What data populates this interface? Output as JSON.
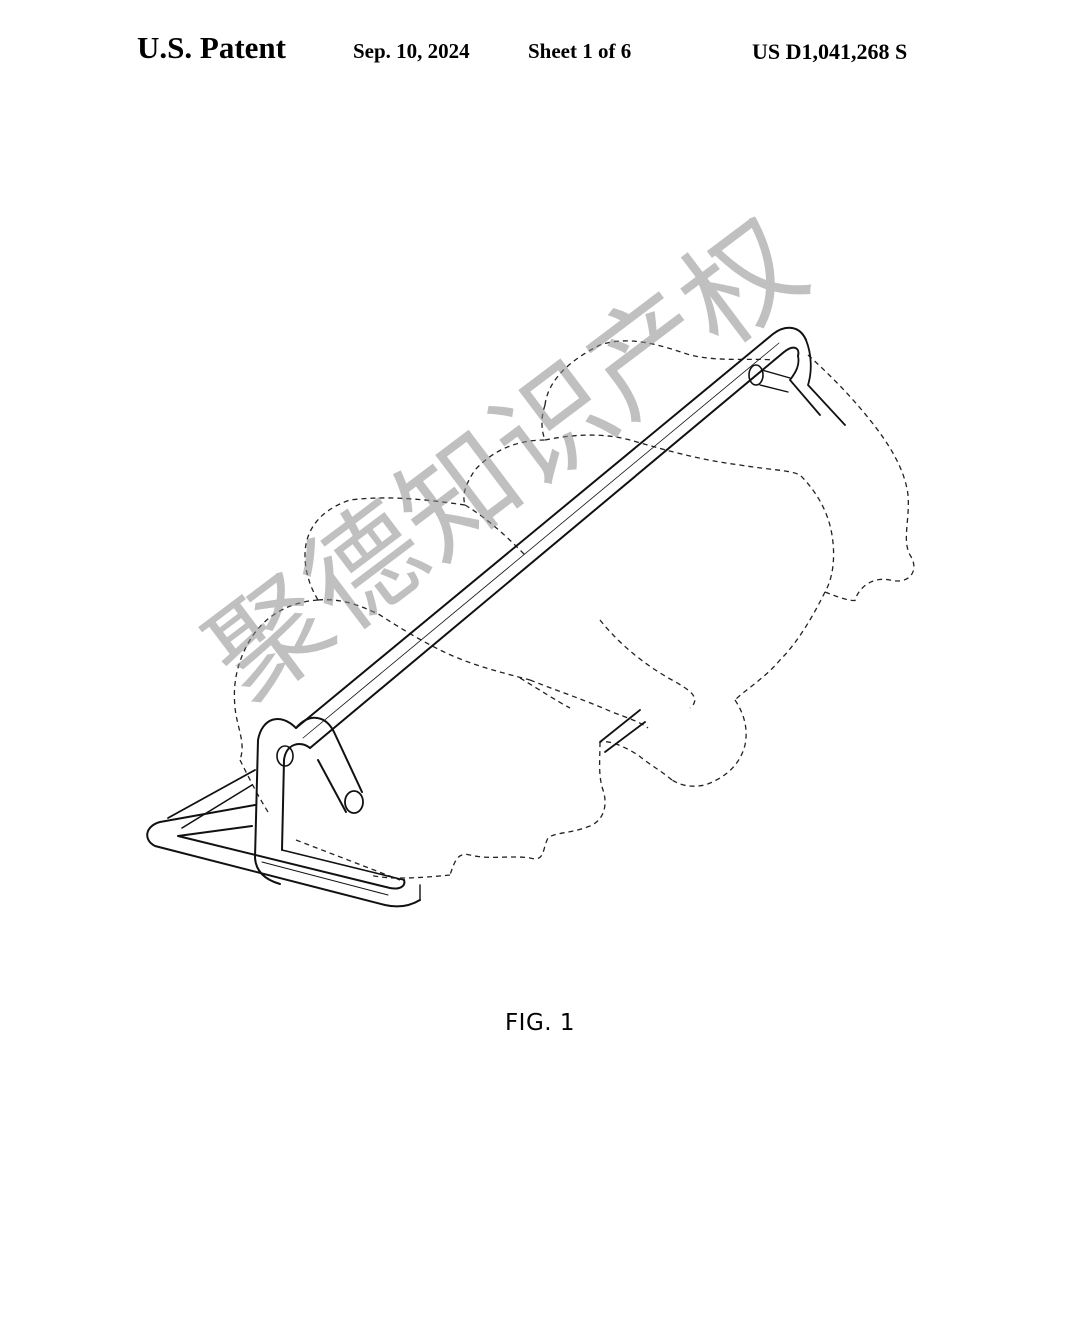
{
  "header": {
    "patent": "U.S. Patent",
    "date": "Sep. 10, 2024",
    "sheet": "Sheet 1 of 6",
    "number": "US D1,041,268 S"
  },
  "figure": {
    "label": "FIG. 1"
  },
  "watermark": {
    "text": "聚德知识产权"
  }
}
